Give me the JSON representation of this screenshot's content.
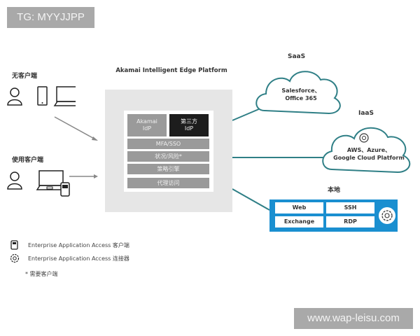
{
  "watermarks": {
    "top": "TG: MYYJJPP",
    "bottom": "www.wap-leisu.com"
  },
  "clients": {
    "no_client_label": "无客户端",
    "with_client_label": "使用客户端"
  },
  "platform": {
    "title": "Akamai Intelligent Edge Platform",
    "idp_akamai_line1": "Akamai",
    "idp_akamai_line2": "IdP",
    "idp_third_line1": "第三方",
    "idp_third_line2": "IdP",
    "rows": [
      "MFA/SSO",
      "状况/风险*",
      "策略引擎",
      "代理访问"
    ]
  },
  "saas": {
    "label": "SaaS",
    "line1": "Salesforce、",
    "line2": "Office 365"
  },
  "iaas": {
    "label": "IaaS",
    "line1": "AWS、Azure、",
    "line2": "Google Cloud Platform"
  },
  "onprem": {
    "label": "本地",
    "cells": [
      "Web",
      "SSH",
      "Exchange",
      "RDP"
    ]
  },
  "legend": {
    "client": "Enterprise Application Access 客户端",
    "connector": "Enterprise Application Access 连接器",
    "note": "* 需要客户端"
  },
  "colors": {
    "accent_teal": "#2f7f86",
    "onprem_blue": "#1a8fd0",
    "platform_bg": "#e6e6e6",
    "dark_idp": "#1d1d1d",
    "grey_row": "#9a9a9a"
  }
}
